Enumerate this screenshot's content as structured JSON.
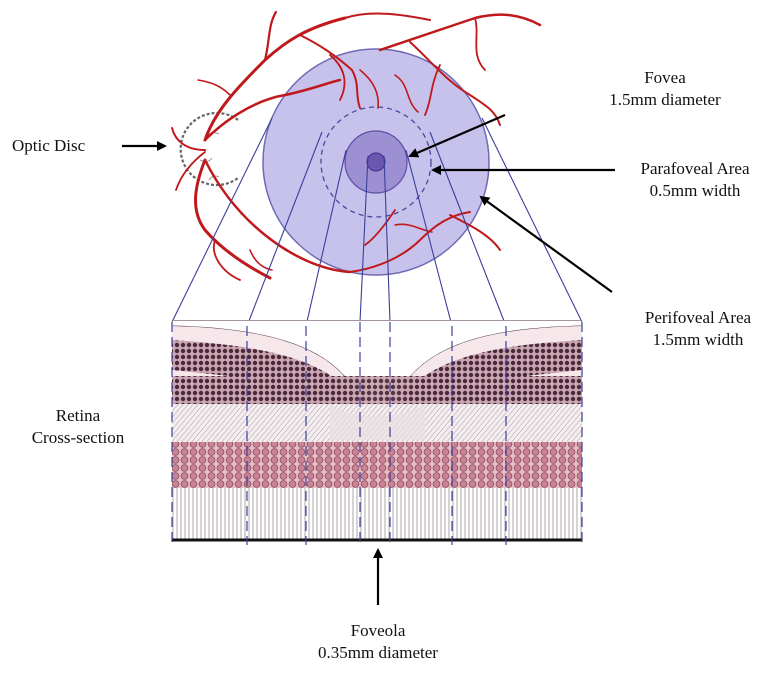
{
  "labels": {
    "optic_disc": "Optic Disc",
    "fovea_title": "Fovea",
    "fovea_size": "1.5mm diameter",
    "parafoveal_title": "Parafoveal Area",
    "parafoveal_size": "0.5mm width",
    "perifoveal_title": "Perifoveal Area",
    "perifoveal_size": "1.5mm width",
    "retina_line1": "Retina",
    "retina_line2": "Cross-section",
    "foveola_title": "Foveola",
    "foveola_size": "0.35mm diameter"
  },
  "colors": {
    "vessel": "#c0191c",
    "macula_fill": "#c7c2ec",
    "macula_stroke": "#6f6ab3",
    "fovea_fill": "#9c8fd2",
    "foveola_fill": "#6b57b0",
    "guide_line": "#3b3f9c",
    "retina_dark_band": "#4a2a3a",
    "retina_pink_band": "#d9a4b0",
    "retina_light_band": "#f6e8ea",
    "arrow": "#000000"
  }
}
